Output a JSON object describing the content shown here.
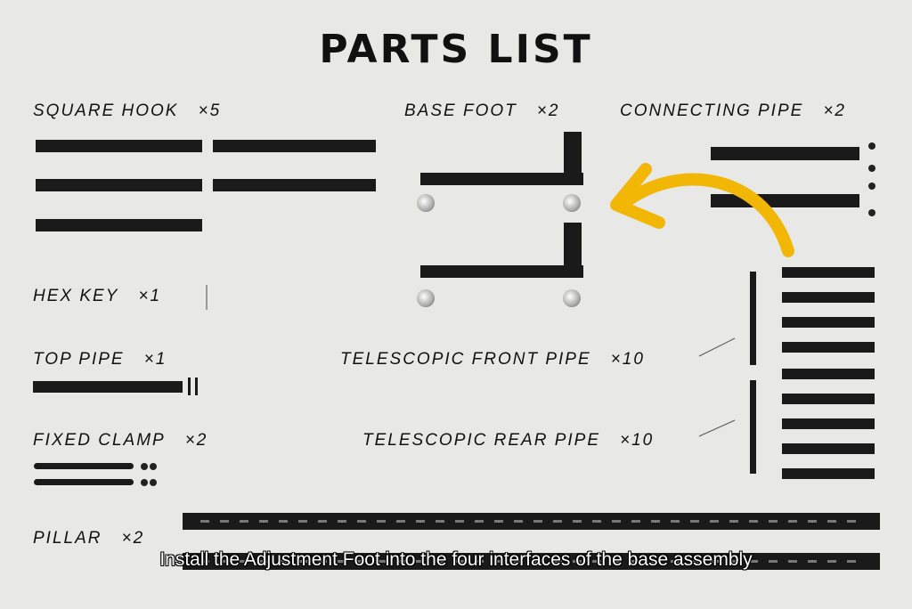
{
  "title": "PARTS LIST",
  "parts": {
    "square_hook": {
      "name": "SQUARE HOOK",
      "qty": "×5"
    },
    "base_foot": {
      "name": "BASE FOOT",
      "qty": "×2"
    },
    "connecting_pipe": {
      "name": "CONNECTING PIPE",
      "qty": "×2"
    },
    "hex_key": {
      "name": "HEX KEY",
      "qty": "×1"
    },
    "top_pipe": {
      "name": "TOP PIPE",
      "qty": "×1"
    },
    "telescopic_front_pipe": {
      "name": "TELESCOPIC FRONT PIPE",
      "qty": "×10"
    },
    "fixed_clamp": {
      "name": "FIXED CLAMP",
      "qty": "×2"
    },
    "telescopic_rear_pipe": {
      "name": "TELESCOPIC REAR PIPE",
      "qty": "×10"
    },
    "pillar": {
      "name": "PILLAR",
      "qty": "×2"
    }
  },
  "subtitle": "Install the Adjustment Foot into the four interfaces of the base assembly",
  "colors": {
    "arrow": "#f2b705",
    "background": "#e8e8e7"
  }
}
